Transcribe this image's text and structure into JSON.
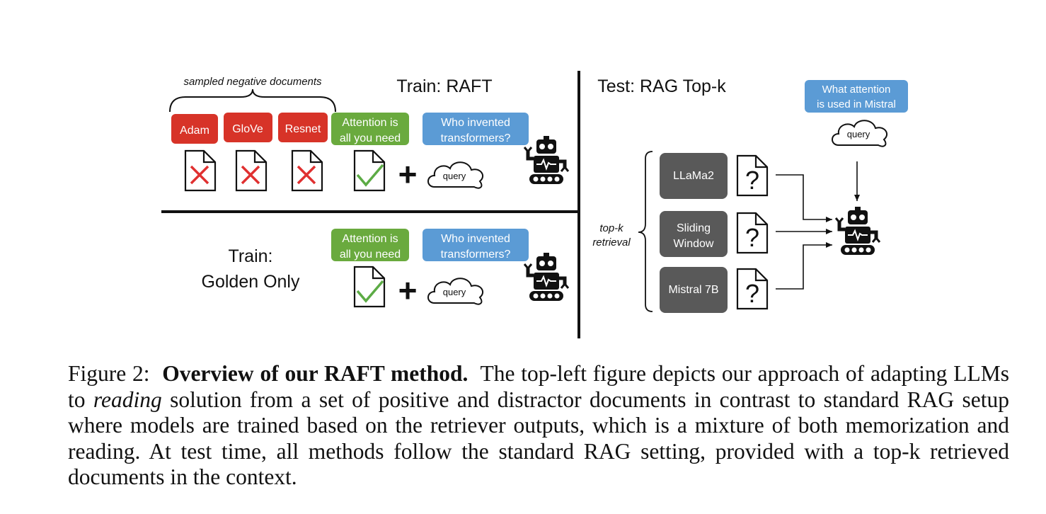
{
  "diagram": {
    "raft": {
      "title": "Train: RAFT",
      "brace_label": "sampled negative documents",
      "negatives": [
        "Adam",
        "GloVe",
        "Resnet"
      ],
      "golden_doc": "Attention is all you need",
      "question": "Who invented transformers?",
      "query_label": "query"
    },
    "golden_only": {
      "title_line1": "Train:",
      "title_line2": "Golden Only",
      "golden_doc": "Attention is all you need",
      "question": "Who invented transformers?",
      "query_label": "query"
    },
    "test": {
      "title": "Test: RAG Top-k",
      "question": "What attention is used in Mistral",
      "query_label": "query",
      "retrieval_label_line1": "top-k",
      "retrieval_label_line2": "retrieval",
      "retrieved_docs": [
        "LLaMa2",
        "Sliding Window",
        "Mistral 7B"
      ]
    },
    "colors": {
      "negative_red": "#d73328",
      "golden_green": "#6aaa3e",
      "query_blue": "#5b9bd5",
      "retrieved_gray": "#595959",
      "x_mark_red": "#e03030",
      "check_green": "#5cab45"
    }
  },
  "caption": {
    "prefix": "Figure 2:",
    "bold": "Overview of our RAFT method.",
    "text1": "The top-left figure depicts our approach of adapting LLMs to",
    "italic": "reading",
    "text2": "solution from a set of positive and distractor documents in contrast to standard RAG setup where models are trained based on the retriever outputs, which is a mixture of both memorization and reading. At test time, all methods follow the standard RAG setting, provided with a top-k retrieved documents in the context."
  }
}
